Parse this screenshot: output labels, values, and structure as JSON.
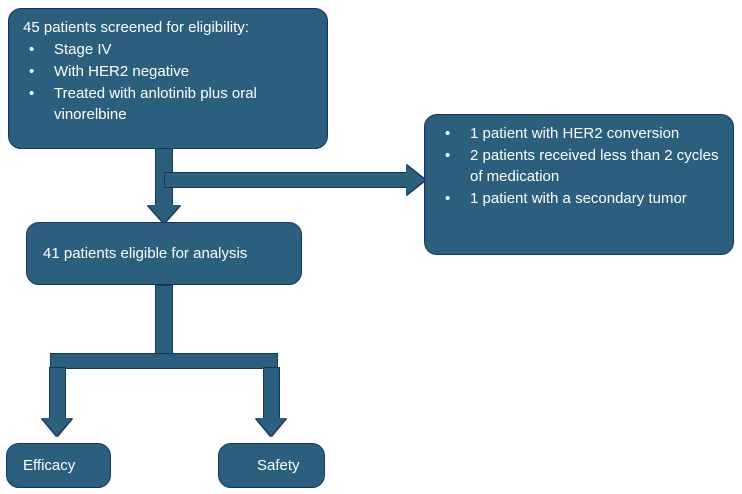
{
  "diagram": {
    "title": "Patient screening and analysis flowchart",
    "colors": {
      "node_fill": "#2C5E7D",
      "node_border": "#17365D",
      "node_text": "#FFFFFF",
      "background": "#FFFFFF"
    }
  },
  "nodes": {
    "screened": {
      "lead": "45 patients screened for eligibility:",
      "bullet_glyph": "•",
      "items": [
        "Stage IV",
        "With HER2 negative",
        "Treated with anlotinib plus oral vinorelbine"
      ]
    },
    "excluded": {
      "bullet_glyph": "•",
      "items": [
        "1 patient with HER2 conversion",
        "2 patients received less than 2 cycles of medication",
        "1 patient with a secondary tumor"
      ]
    },
    "eligible": {
      "label": "41 patients eligible for analysis"
    },
    "efficacy": {
      "label": "Efficacy"
    },
    "safety": {
      "label": "Safety"
    }
  },
  "connectors": {
    "screened_to_eligible": "arrow-down",
    "screened_to_excluded": "arrow-right",
    "eligible_to_outcomes": "split-arrow-down"
  }
}
